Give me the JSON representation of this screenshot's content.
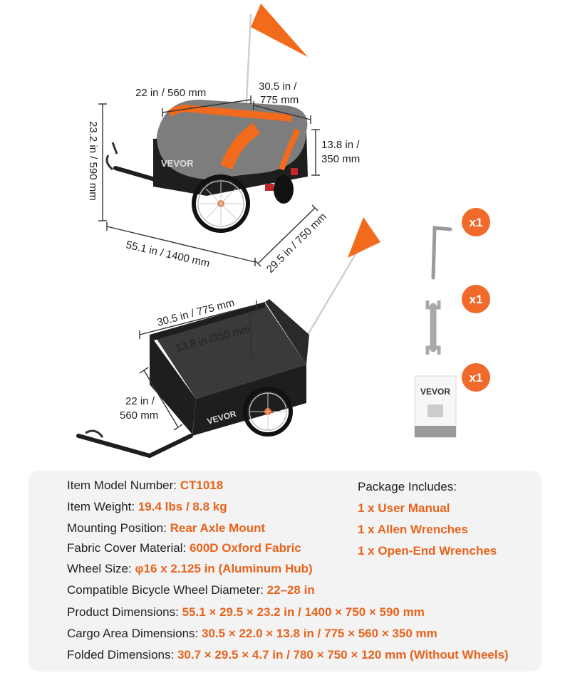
{
  "colors": {
    "accent": "#e8631c",
    "flag": "#f26a1b",
    "badge": "#f06a2b",
    "trailer_black": "#1e1e1e",
    "cover_grey": "#7d7d7d",
    "card_bg": "#f3f3f3"
  },
  "dimensions": {
    "top_width": "22 in / 560 mm",
    "top_length_l1": "30.5 in /",
    "top_length_l2": "775 mm",
    "top_height_l1": "13.8 in /",
    "top_height_l2": "350 mm",
    "overall_height": "23.2 in / 590 mm",
    "overall_length": "55.1 in / 1400 mm",
    "overall_width": "29.5 in / 750 mm",
    "cargo_length": "30.5 in / 775 mm",
    "cargo_height": "13.8 in /350 mm",
    "cargo_width_l1": "22 in /",
    "cargo_width_l2": "560 mm"
  },
  "branding": {
    "logo": "VEVOR",
    "manual_logo": "VEVOR"
  },
  "accessories": [
    {
      "icon": "allen-wrench-icon",
      "badge": "x1"
    },
    {
      "icon": "open-end-wrench-icon",
      "badge": "x1"
    },
    {
      "icon": "user-manual-icon",
      "badge": "x1"
    }
  ],
  "specs": [
    {
      "label": "Item Model Number: ",
      "value": "CT1018"
    },
    {
      "label": "Item Weight: ",
      "value": "19.4 lbs / 8.8 kg"
    },
    {
      "label": "Mounting Position: ",
      "value": "Rear Axle Mount"
    },
    {
      "label": "Fabric Cover Material: ",
      "value": "600D Oxford Fabric"
    },
    {
      "label": "Wheel Size: ",
      "value": "φ16 x 2.125 in (Aluminum Hub)"
    },
    {
      "label": "Compatible Bicycle Wheel Diameter:  ",
      "value": "22–28 in"
    },
    {
      "label": "Product Dimensions:  ",
      "value": "55.1 × 29.5 × 23.2 in / 1400 × 750 × 590 mm"
    },
    {
      "label": "Cargo Area Dimensions: ",
      "value": "30.5 × 22.0 × 13.8 in / 775 × 560 × 350 mm"
    },
    {
      "label": "Folded Dimensions: ",
      "value": "30.7 × 29.5 × 4.7 in / 780 × 750 × 120 mm (Without Wheels)"
    }
  ],
  "package": {
    "title": "Package Includes:",
    "items": [
      "1 x User Manual",
      "1 x Allen Wrenches",
      "1 x Open-End Wrenches"
    ]
  }
}
